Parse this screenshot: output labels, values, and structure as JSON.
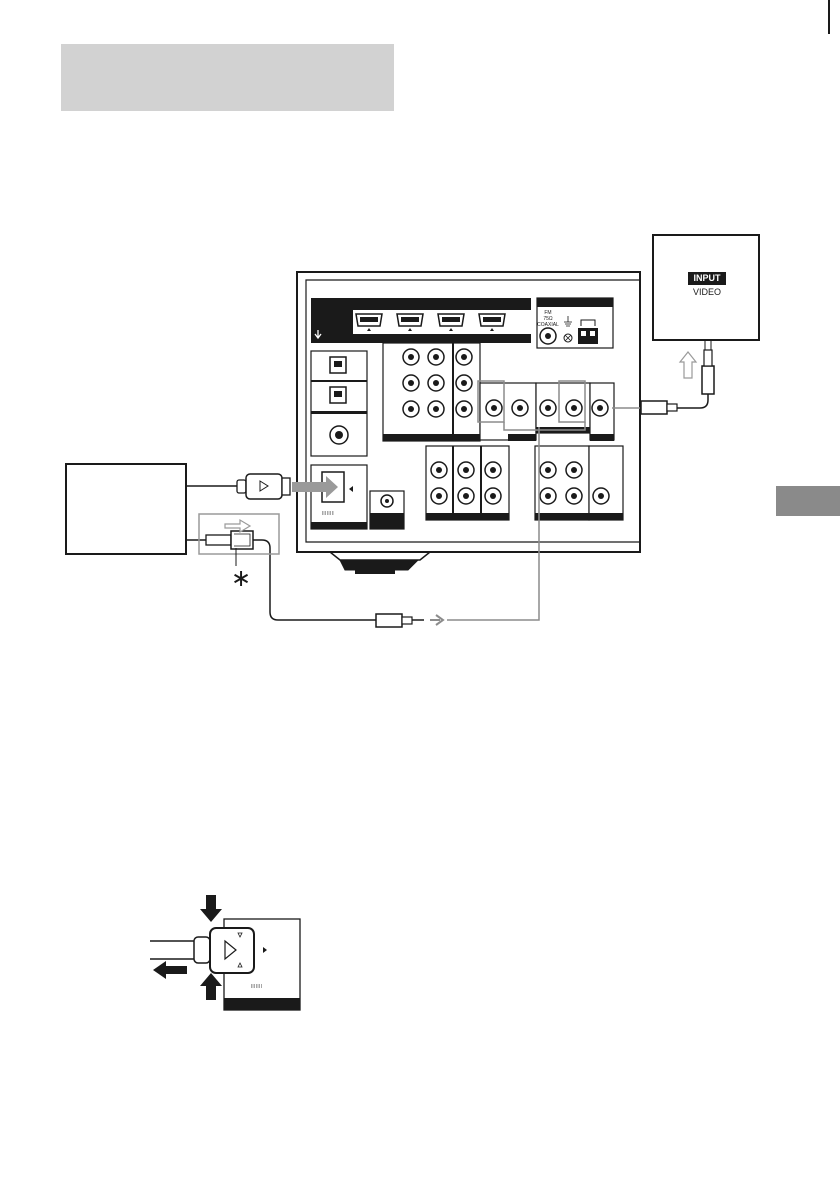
{
  "tv": {
    "input_label": "INPUT",
    "video_label": "VIDEO"
  },
  "receiver": {
    "coaxial_label_line1": "FM",
    "coaxial_label_line2": "75Ω",
    "coaxial_label_line3": "COAXIAL"
  },
  "footnote_marker": "∗",
  "colors": {
    "header_gray": "#d2d2d2",
    "tab_gray": "#8a8a8a",
    "panel_dark": "#1a1a1a",
    "cable_gray": "#8c8c8c"
  }
}
